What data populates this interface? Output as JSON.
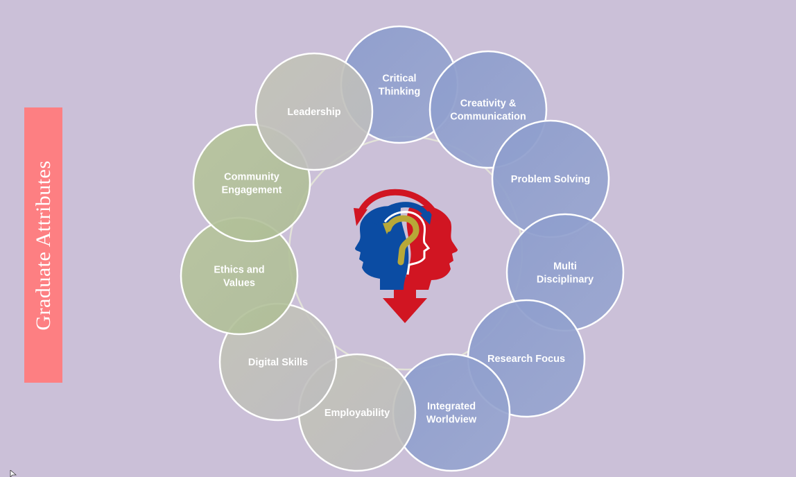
{
  "side_title": "Graduate Attributes",
  "colors": {
    "background": "#cbc0d8",
    "banner": "#fd7f82",
    "blue_circle": "#8c9ccb",
    "green_circle": "#b3c29a",
    "grey_circle": "#bfbfba",
    "circle_stroke": "#ffffff",
    "arrow_red": "#d11522",
    "arrow_blue": "#0b4ca3",
    "arrow_gold": "#b8a838"
  },
  "center_icon": "two-heads-with-arrows-icon",
  "attributes": [
    {
      "name": "critical-thinking",
      "lines": [
        "Critical",
        "Thinking"
      ],
      "tone": "blue"
    },
    {
      "name": "creativity-communication",
      "lines": [
        "Creativity &",
        "Communication"
      ],
      "tone": "blue"
    },
    {
      "name": "problem-solving",
      "lines": [
        "Problem Solving"
      ],
      "tone": "blue"
    },
    {
      "name": "multi-disciplinary",
      "lines": [
        "Multi",
        "Disciplinary"
      ],
      "tone": "blue"
    },
    {
      "name": "research-focus",
      "lines": [
        "Research Focus"
      ],
      "tone": "blue"
    },
    {
      "name": "integrated-worldview",
      "lines": [
        "Integrated",
        "Worldview"
      ],
      "tone": "blue"
    },
    {
      "name": "employability",
      "lines": [
        "Employability"
      ],
      "tone": "grey"
    },
    {
      "name": "digital-skills",
      "lines": [
        "Digital Skills"
      ],
      "tone": "grey"
    },
    {
      "name": "ethics-values",
      "lines": [
        "Ethics and",
        "Values"
      ],
      "tone": "green"
    },
    {
      "name": "community-engagement",
      "lines": [
        "Community",
        "Engagement"
      ],
      "tone": "green"
    },
    {
      "name": "leadership",
      "lines": [
        "Leadership"
      ],
      "tone": "grey"
    }
  ]
}
